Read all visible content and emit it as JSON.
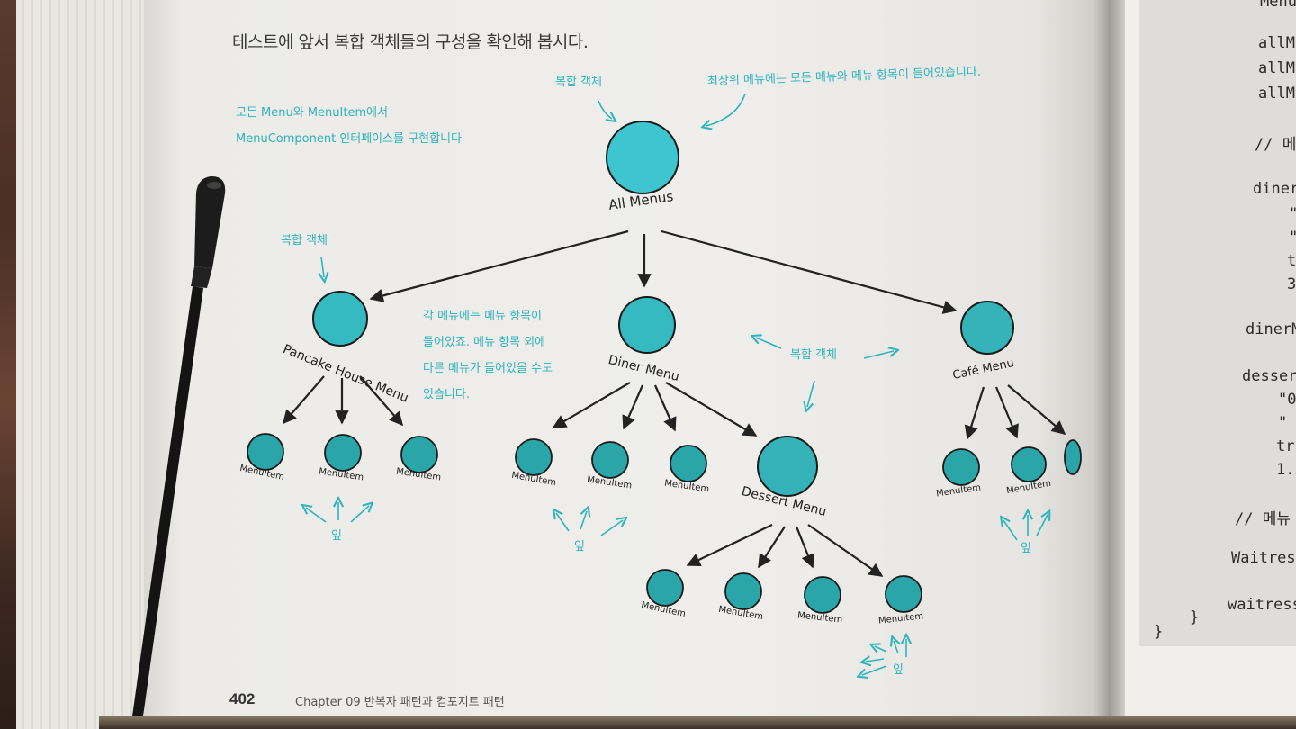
{
  "page": {
    "heading": "테스트에 앞서 복합 객체들의 구성을 확인해 봅시다.",
    "page_number": "402",
    "chapter_title": "Chapter 09  반복자 패턴과 컴포지트 패턴"
  },
  "annotations": {
    "composite_top": "복합 객체",
    "top_menu_note": "최상위 메뉴에는 모든 메뉴와 메뉴 항목이 들어있습니다.",
    "interface_note_line1": "모든 Menu와 MenuItem에서",
    "interface_note_line2": "MenuComponent 인터페이스를 구현합니다",
    "composite_left": "복합 객체",
    "each_menu_line1": "각 메뉴에는 메뉴 항목이",
    "each_menu_line2": "들어있죠. 메뉴 항목 외에",
    "each_menu_line3": "다른 메뉴가 들어있을 수도",
    "each_menu_line4": "있습니다.",
    "composite_mid": "복합 객체",
    "leaf": "잎"
  },
  "tree": {
    "root": "All Menus",
    "pancake": "Pancake House Menu",
    "diner": "Diner Menu",
    "cafe": "Café Menu",
    "dessert": "Dessert Menu",
    "menu_item": "MenuItem"
  },
  "colors": {
    "node_fill": "#3ec5cf",
    "leaf_fill": "#2aa5a8",
    "annotation": "#2db4be",
    "arrow": "#222222"
  },
  "code_right_page": [
    "Menu",
    "allM",
    "allM",
    "allM",
    "// 메",
    "diner",
    "\"",
    "\"",
    "t",
    "3",
    "dinerM",
    "desser",
    "\"0",
    "\"",
    "tr",
    "1.5",
    "// 메뉴",
    "Waitres",
    "waitress",
    "}",
    "}"
  ]
}
